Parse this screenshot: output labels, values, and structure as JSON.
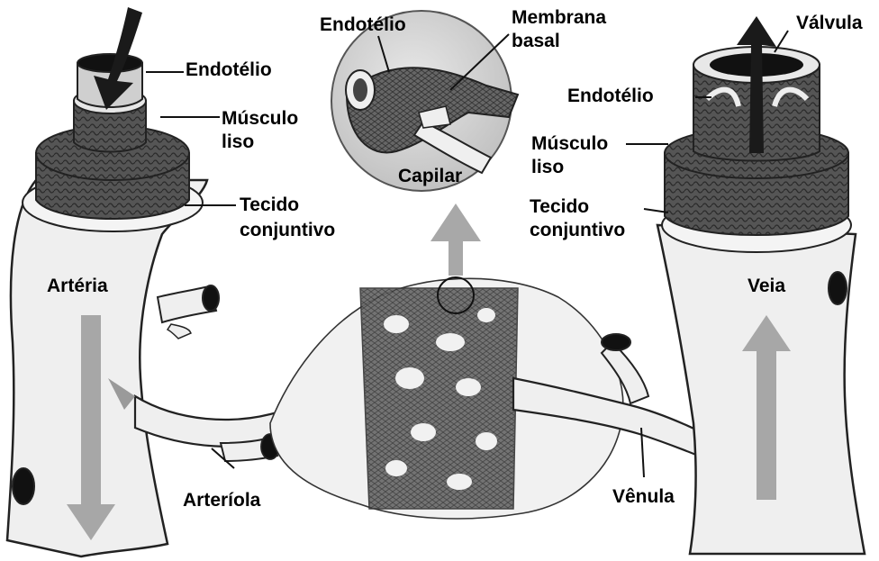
{
  "labels": {
    "artery_endothelium": "Endotélio",
    "artery_smooth_muscle_1": "Músculo",
    "artery_smooth_muscle_2": "liso",
    "artery_connective_1": "Tecido",
    "artery_connective_2": "conjuntivo",
    "artery": "Artéria",
    "arteriole": "Arteríola",
    "capillary_endothelium": "Endotélio",
    "capillary_membrane_1": "Membrana",
    "capillary_membrane_2": "basal",
    "capillary": "Capilar",
    "vein_valve": "Válvula",
    "vein_endothelium": "Endotélio",
    "vein_smooth_muscle_1": "Músculo",
    "vein_smooth_muscle_2": "liso",
    "vein_connective_1": "Tecido",
    "vein_connective_2": "conjuntivo",
    "vein": "Veia",
    "venule": "Vênula"
  },
  "colors": {
    "outline": "#222222",
    "vessel_fill": "#efefef",
    "muscle_fill": "#4a4a4a",
    "capillary_fill": "#8a8a8a",
    "arrow_gray": "#9a9a9a",
    "arrow_dark": "#1a1a1a",
    "inset_fill": "#d4d4d4"
  }
}
